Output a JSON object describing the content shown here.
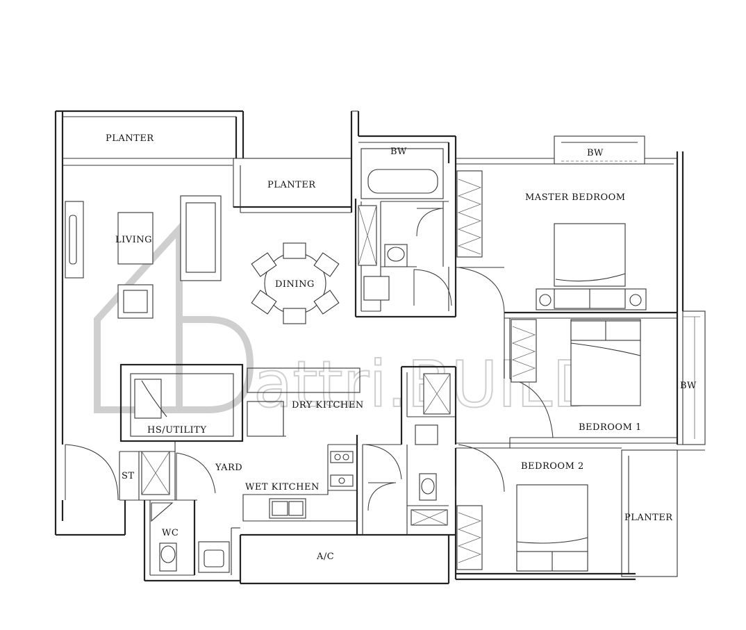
{
  "rooms": {
    "planter_top_left": "PLANTER",
    "planter_mid": "PLANTER",
    "bw_bath": "BW",
    "bw_master": "BW",
    "master_bedroom": "MASTER BEDROOM",
    "living": "LIVING",
    "dining": "DINING",
    "dry_kitchen": "DRY KITCHEN",
    "hs_utility": "HS/UTILITY",
    "yard": "YARD",
    "st": "ST",
    "wet_kitchen": "WET KITCHEN",
    "wc": "WC",
    "ac": "A/C",
    "bedroom_1": "BEDROOM 1",
    "bedroom_2": "BEDROOM 2",
    "bw_right": "BW",
    "planter_right": "PLANTER"
  },
  "watermark": {
    "text": "attri.BUILD",
    "color": "#cfcfcf"
  }
}
